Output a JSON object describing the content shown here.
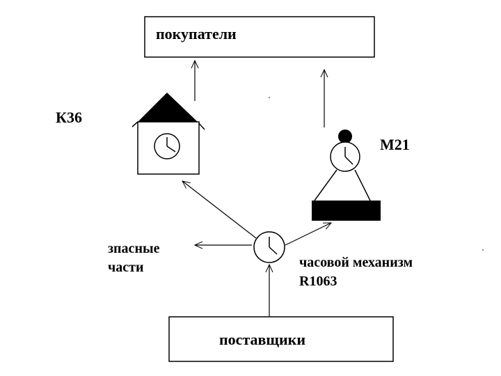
{
  "diagram": {
    "customers_box": {
      "label": "покупатели"
    },
    "suppliers_box": {
      "label": "поставщики"
    },
    "k36_label": "К36",
    "m21_label": "М21",
    "spare_parts": {
      "line1": "зпасные",
      "line2": "части"
    },
    "mechanism": {
      "line1": "часовой механизм",
      "line2": "R1063"
    },
    "colors": {
      "ink": "#000000",
      "background": "#ffffff"
    }
  }
}
